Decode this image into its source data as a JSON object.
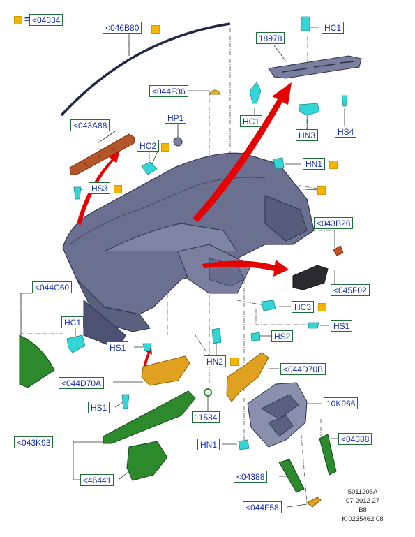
{
  "colors": {
    "label_text": "#1530b8",
    "label_border": "#1f6e3c",
    "marker": "#f4b400",
    "dashboard": "#6b7090",
    "arrow": "#e60000",
    "cyan_parts": "#33d6d6",
    "green_parts": "#2c8a2c",
    "orange_parts": "#e0a020",
    "brown_parts": "#b5562a"
  },
  "legend": {
    "equals": "=",
    "code": "<04334"
  },
  "labels": {
    "046B80": "<046B80",
    "18978": "18978",
    "HC1_top": "HC1",
    "044F36": "<044F36",
    "HC1_mid": "HC1",
    "HN3": "HN3",
    "HS4": "HS4",
    "HP1": "HP1",
    "043A88": "<043A88",
    "HC2": "HC2",
    "HN1_top": "HN1",
    "HS3": "HS3",
    "043B26": "<043B26",
    "045F02": "<045F02",
    "044C60": "<044C60",
    "HC1_left": "HC1",
    "HC3": "HC3",
    "HS1_right": "HS1",
    "HS1_mid": "HS1",
    "HS2": "HS2",
    "HN2": "HN2",
    "044D70B": "<044D70B",
    "044D70A": "<044D70A",
    "10K966": "10K966",
    "HS1_low": "HS1",
    "11584": "11584",
    "043K93": "<043K93",
    "04388_right": "<04388",
    "HN1_low": "HN1",
    "04388_left": "<04388",
    "46441": "<46441",
    "044F58": "<044F58"
  },
  "footer": {
    "line1": "5011205A",
    "line2": "07-2012 27",
    "line3": "B8",
    "line4": "K 0235462 08"
  }
}
